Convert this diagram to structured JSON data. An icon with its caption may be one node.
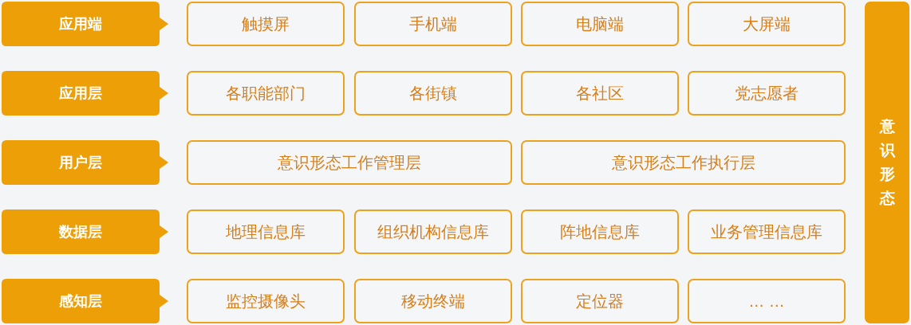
{
  "diagram": {
    "nodes": [
      {
        "text": [
          "应用端"
        ]
      },
      {
        "text": [
          "触摸屏"
        ]
      },
      {
        "text": [
          "手机端"
        ]
      },
      {
        "text": [
          "电脑端"
        ]
      },
      {
        "text": [
          "大屏端"
        ]
      },
      {
        "text": [
          "意识形态"
        ]
      },
      {
        "text": [
          "应用层"
        ]
      },
      {
        "text": [
          "各职能部门"
        ]
      },
      {
        "text": [
          "各街镇"
        ]
      },
      {
        "text": [
          "各社区"
        ]
      },
      {
        "text": [
          "党志愿者"
        ]
      },
      {
        "text": [
          "用户层"
        ]
      },
      {
        "text": [
          "意识形态工作管理层"
        ]
      },
      {
        "text": [
          "意识形态工作执行层"
        ]
      },
      {
        "text": [
          "数据层"
        ]
      },
      {
        "text": [
          "地理信息库"
        ]
      },
      {
        "text": [
          "组织机构信息库"
        ]
      },
      {
        "text": [
          "阵地信息库"
        ]
      },
      {
        "text": [
          "业务管理信息库"
        ]
      },
      {
        "text": [
          "感知层"
        ]
      },
      {
        "text": [
          "监控摄像头"
        ]
      },
      {
        "text": [
          "移动终端"
        ]
      },
      {
        "text": [
          "定位器"
        ]
      },
      {
        "text": [
          "… …"
        ]
      }
    ]
  }
}
